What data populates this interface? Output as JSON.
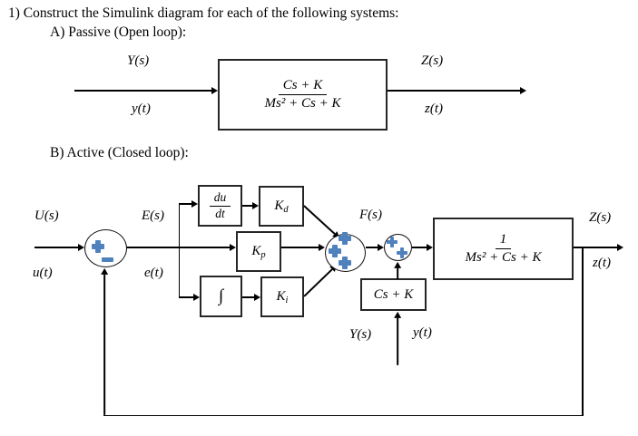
{
  "title": "1) Construct the Simulink diagram for each of the following systems:",
  "sections": {
    "a": "A) Passive (Open loop):",
    "b": "B) Active (Closed loop):"
  },
  "diagram_a": {
    "input_s": "Y(s)",
    "input_t": "y(t)",
    "tf": {
      "num": "Cs + K",
      "den": "Ms² + Cs + K"
    },
    "output_s": "Z(s)",
    "output_t": "z(t)"
  },
  "diagram_b": {
    "input_s": "U(s)",
    "input_t": "u(t)",
    "error_s": "E(s)",
    "error_t": "e(t)",
    "derivative": {
      "num": "du",
      "den": "dt"
    },
    "gain_d": {
      "base": "K",
      "sub": "d"
    },
    "gain_p": {
      "base": "K",
      "sub": "p"
    },
    "gain_i": {
      "base": "K",
      "sub": "i"
    },
    "integrator": "∫",
    "pid_sum_out": "F(s)",
    "plant": {
      "num": "1",
      "den": "Ms² + Cs + K"
    },
    "feedback_tf": "Cs + K",
    "road_s": "Y(s)",
    "road_t": "y(t)",
    "output_s": "Z(s)",
    "output_t": "z(t)",
    "sum_input_signs": [
      "+",
      "−"
    ],
    "sum_pid_signs": [
      "+",
      "+",
      "+"
    ],
    "sum_plant_signs": [
      "+",
      "+"
    ]
  },
  "icons": {
    "plus-icon": "✚",
    "minus-icon": "➖"
  },
  "colors": {
    "accent_blue": "#4f81bd",
    "line_black": "#000000",
    "background": "#ffffff"
  }
}
